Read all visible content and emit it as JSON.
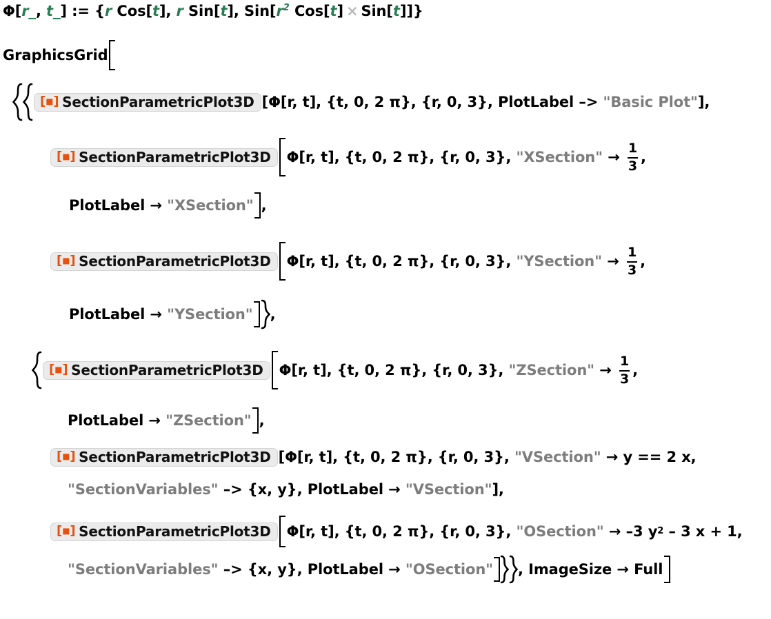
{
  "notebook": {
    "kind": "wolfram-language-input-cell",
    "resource_function_name": "SectionParametricPlot3D",
    "resource_icon": "resource-function-icon",
    "colors": {
      "resource_accent": "#e8500f",
      "pill_background": "#ebebeb",
      "pill_border": "#d4d4d4",
      "pattern_green": "#2a7d55",
      "string_gray": "#7d7d7d",
      "faint_gray": "#b9b9b9",
      "text_black": "#000000"
    }
  },
  "definition": {
    "head": "Φ",
    "open_bracket": "[",
    "arg1": "r_",
    "comma1": ", ",
    "arg2": "t_",
    "close_bracket": "]",
    "assign": " := ",
    "open_brace": "{",
    "c1_var": "r",
    "c1_fn": " Cos[",
    "c1_t": "t",
    "c1_close": "], ",
    "c2_var": "r",
    "c2_fn": " Sin[",
    "c2_t": "t",
    "c2_close": "], ",
    "c3_fn": "Sin[",
    "c3_var": "r",
    "c3_pow": "2",
    "c3_cos": " Cos[",
    "c3_t1": "t",
    "c3_mid": "]",
    "c3_times": "×",
    "c3_sin": "Sin[",
    "c3_t2": "t",
    "c3_close": "]]",
    "close_brace": "}"
  },
  "grid": {
    "head": "GraphicsGrid",
    "option_name": "ImageSize",
    "option_arrow": " → ",
    "option_value": "Full"
  },
  "common": {
    "fn_args": "[Φ[r, t], {t, 0, 2 π}, {r, 0, 3}, ",
    "fn_args_tail_basic": "[Φ[r, t], {t, 0, 2 π}, {r, 0, 3}, PlotLabel",
    "arrow_ascii": " –> ",
    "arrow_uni": " → ",
    "plotlabel": "PlotLabel",
    "sectionvariables": "\"SectionVariables\"",
    "sectionvars_value": "{x, y}",
    "quote": "\""
  },
  "plots": [
    {
      "id": "basic-plot",
      "section_option": null,
      "plotlabel": "\"Basic Plot\"",
      "arrow_style": "ascii",
      "trailer": "],"
    },
    {
      "id": "xsection",
      "section_option": "\"XSection\"",
      "section_value_num": "1",
      "section_value_den": "3",
      "plotlabel": "\"XSection\"",
      "arrow_style": "unicode",
      "trailer": "],"
    },
    {
      "id": "ysection",
      "section_option": "\"YSection\"",
      "section_value_num": "1",
      "section_value_den": "3",
      "plotlabel": "\"YSection\"",
      "arrow_style": "unicode",
      "trailer": "]},"
    },
    {
      "id": "zsection",
      "section_option": "\"ZSection\"",
      "section_value_num": "1",
      "section_value_den": "3",
      "plotlabel": "\"ZSection\"",
      "arrow_style": "unicode",
      "trailer": "],"
    },
    {
      "id": "vsection",
      "section_option": "\"VSection\"",
      "section_value": "y == 2 x,",
      "plotlabel": "\"VSection\"",
      "arrow_style": "unicode",
      "trailer": "],"
    },
    {
      "id": "osection",
      "section_option": "\"OSection\"",
      "section_value_prefix": "–3 y",
      "section_value_pow": "2",
      "section_value_suffix": " – 3 x + 1,",
      "plotlabel": "\"OSection\"",
      "arrow_style": "unicode",
      "trailer": "]}},"
    }
  ],
  "lines": {
    "l3_tail": ", {t, 0, 2 π}, {r, 0, 3}, PlotLabel",
    "l3_end": "],",
    "l4_args": "Φ[r, t], {t, 0, 2 π}, {r, 0, 3}, ",
    "l4_opt": "\"XSection\"",
    "l5_label": "PlotLabel",
    "l5_str": "\"XSection\"",
    "l5_end": "],",
    "l6_opt": "\"YSection\"",
    "l7_label": "PlotLabel",
    "l7_str": "\"YSection\"",
    "l7_end": "]},",
    "l8_opt": "\"ZSection\"",
    "l9_label": "PlotLabel",
    "l9_str": "\"ZSection\"",
    "l9_end": "],",
    "l10_args": "[Φ[r, t], {t, 0, 2 π}, {r, 0, 3}, ",
    "l10_opt": "\"VSection\"",
    "l10_val": "y == 2 x,",
    "l11_sv": "\"SectionVariables\"",
    "l11_svval": "{x, y}, ",
    "l11_label": "PlotLabel",
    "l11_str": "\"VSection\"",
    "l11_end": "],",
    "l12_opt": "\"OSection\"",
    "l12_val_pre": "–3 y",
    "l12_val_pow": "2",
    "l12_val_post": " – 3 x + 1,",
    "l13_sv": "\"SectionVariables\"",
    "l13_svval": "{x, y}, ",
    "l13_label": "PlotLabel",
    "l13_str": "\"OSection\"",
    "l13_end": "]}}, ",
    "l13_imagesize": "ImageSize",
    "l13_full": "Full"
  }
}
